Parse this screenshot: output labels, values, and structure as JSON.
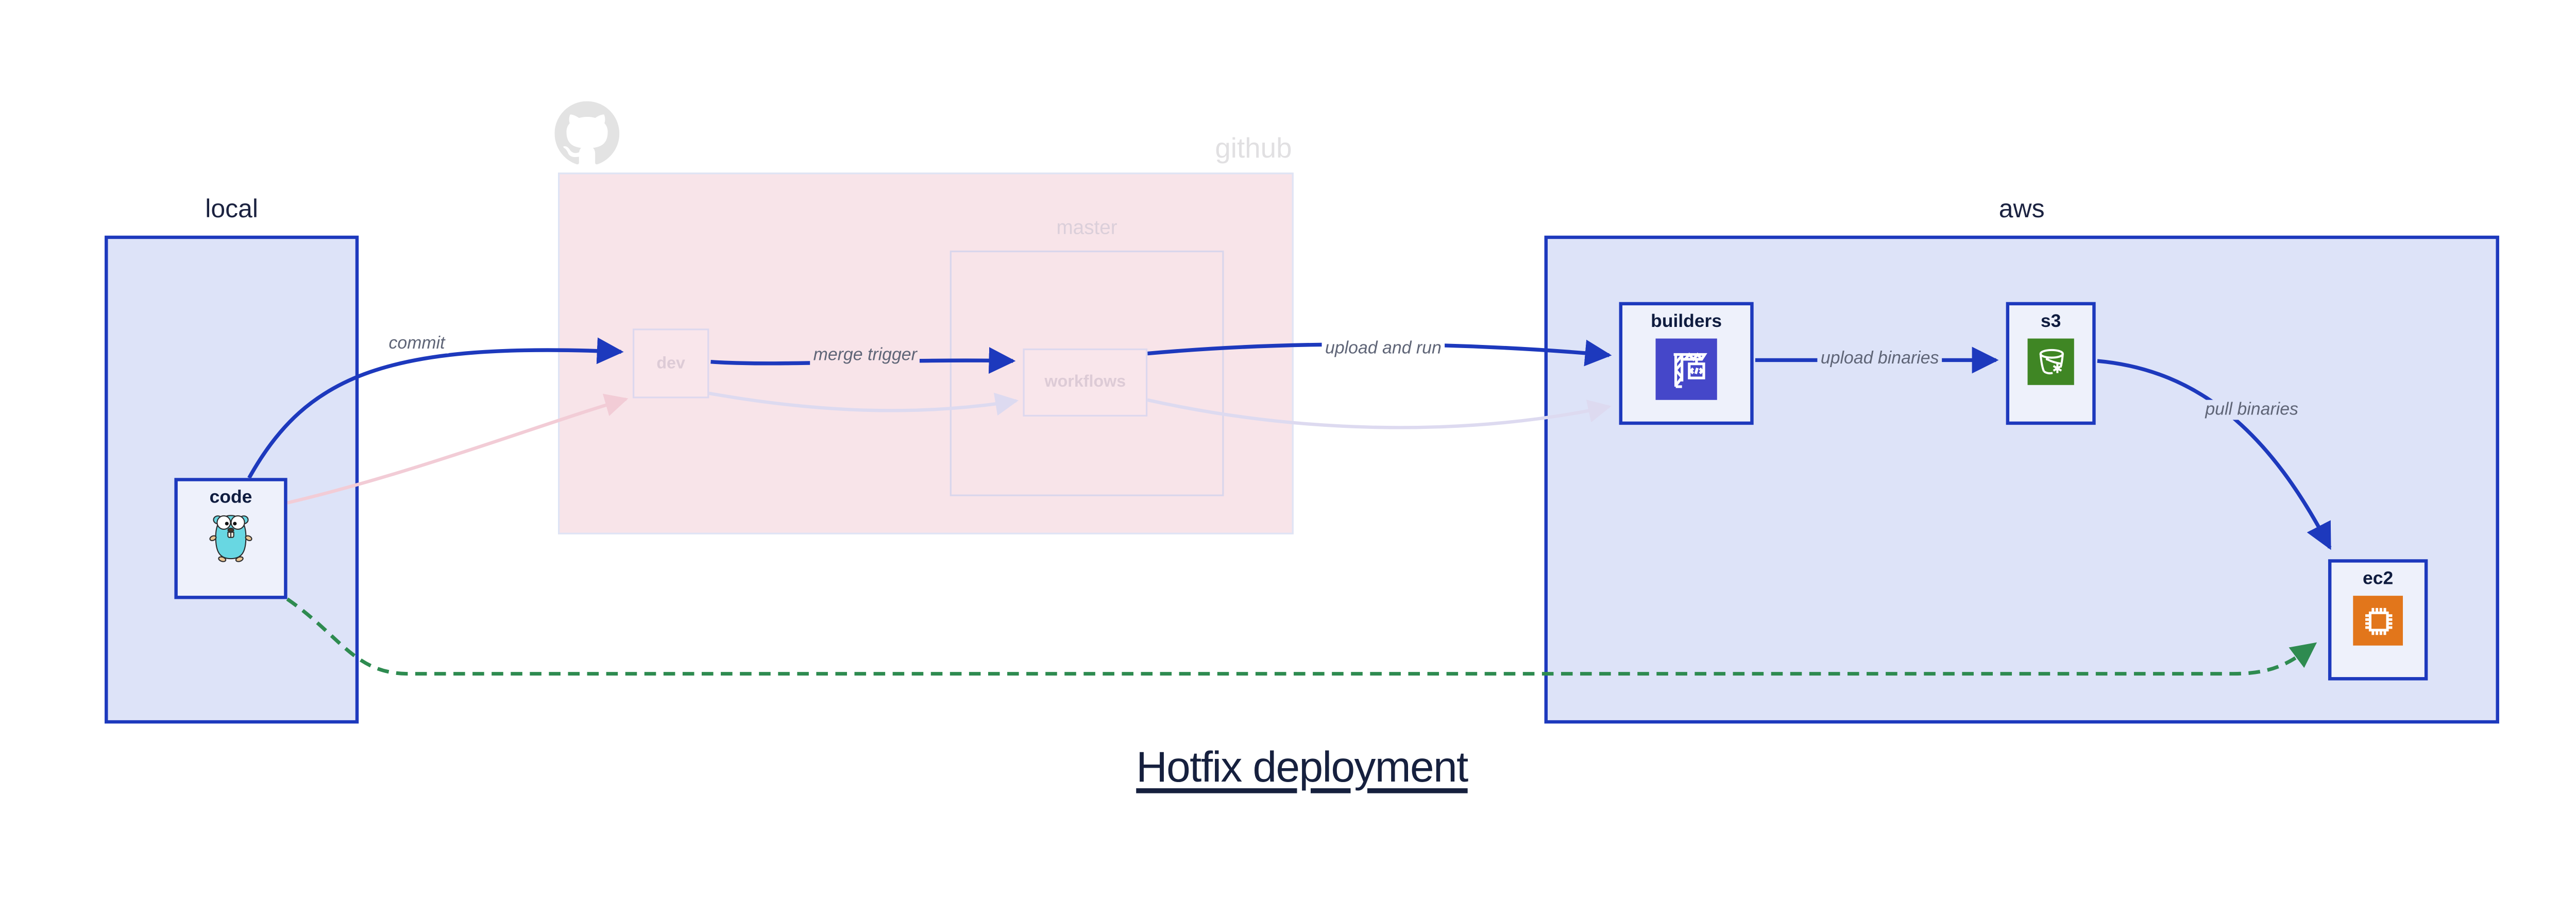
{
  "diagram_title": "Hotfix deployment",
  "groups": {
    "local": {
      "label": "local"
    },
    "github": {
      "label": "github",
      "master_label": "master"
    },
    "aws": {
      "label": "aws"
    }
  },
  "nodes": {
    "code": {
      "label": "code",
      "icon": "go-gopher-icon"
    },
    "dev": {
      "label": "dev",
      "state": "faded"
    },
    "workflows": {
      "label": "workflows",
      "state": "faded"
    },
    "builders": {
      "label": "builders",
      "icon": "aws-codebuild-crane-icon",
      "icon_bg": "#4547c9"
    },
    "s3": {
      "label": "s3",
      "icon": "s3-glacier-bucket-icon",
      "icon_bg": "#3f8624"
    },
    "ec2": {
      "label": "ec2",
      "icon": "ec2-chip-icon",
      "icon_bg": "#e2761b"
    }
  },
  "edges": {
    "commit": {
      "label": "commit",
      "from": "code",
      "to": "dev",
      "style": "solid-blue"
    },
    "merge_trigger": {
      "label": "merge trigger",
      "from": "dev",
      "to": "workflows",
      "style": "solid-blue"
    },
    "upload_and_run": {
      "label": "upload and run",
      "from": "workflows",
      "to": "builders",
      "style": "solid-blue"
    },
    "upload_binaries": {
      "label": "upload binaries",
      "from": "builders",
      "to": "s3",
      "style": "solid-blue"
    },
    "pull_binaries": {
      "label": "pull binaries",
      "from": "s3",
      "to": "ec2",
      "style": "solid-blue"
    },
    "hotfix_shortcut": {
      "from": "code",
      "to": "ec2",
      "style": "dashed-green"
    },
    "faded_commit": {
      "from": "code",
      "to": "dev",
      "style": "faded-pink"
    },
    "faded_merge": {
      "from": "dev",
      "to": "workflows",
      "style": "faded-lavender"
    },
    "faded_upload": {
      "from": "workflows",
      "to": "builders",
      "style": "faded-lavender"
    }
  },
  "colors": {
    "edge_blue": "#1d39bd",
    "edge_green_dashed": "#2e8b50",
    "edge_faded_pink": "#f2ccd6",
    "edge_faded_lavender": "#dddaf0",
    "group_blue_fill": "#dde3f8",
    "group_blue_border": "#1d39bd",
    "github_group_fill": "#f8e4e9",
    "node_fill": "#eef1fb",
    "codebuild_icon_bg": "#4547c9",
    "s3_icon_bg": "#3f8624",
    "ec2_icon_bg": "#e2761b",
    "gopher_teal": "#68d7e2"
  }
}
